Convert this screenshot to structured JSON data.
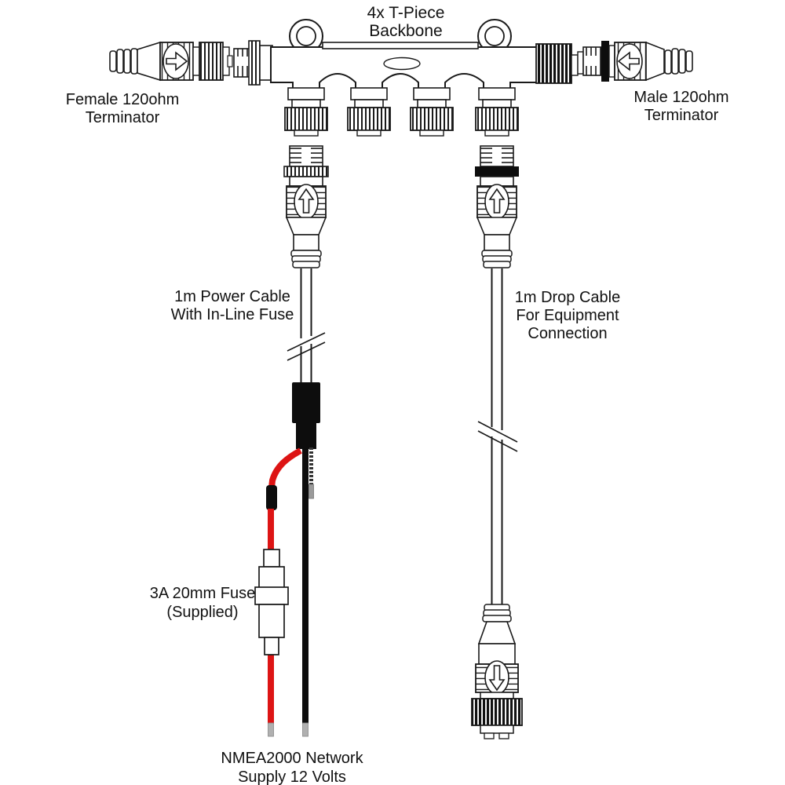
{
  "title": {
    "line1": "4x T-Piece",
    "line2": "Backbone"
  },
  "labels": {
    "female_terminator": {
      "line1": "Female 120ohm",
      "line2": "Terminator"
    },
    "male_terminator": {
      "line1": "Male 120ohm",
      "line2": "Terminator"
    },
    "power_cable": {
      "line1": "1m Power Cable",
      "line2": "With In-Line Fuse"
    },
    "drop_cable": {
      "line1": "1m Drop Cable",
      "line2": "For Equipment",
      "line3": "Connection"
    },
    "fuse": {
      "line1": "3A 20mm Fuse",
      "line2": "(Supplied)"
    },
    "supply": {
      "line1": "NMEA2000 Network",
      "line2": "Supply 12 Volts"
    }
  },
  "colors": {
    "outline": "#1a1a1a",
    "red_wire": "#dd1414",
    "black": "#0d0d0d",
    "tip_grey": "#b0b0b0",
    "background": "#ffffff"
  }
}
